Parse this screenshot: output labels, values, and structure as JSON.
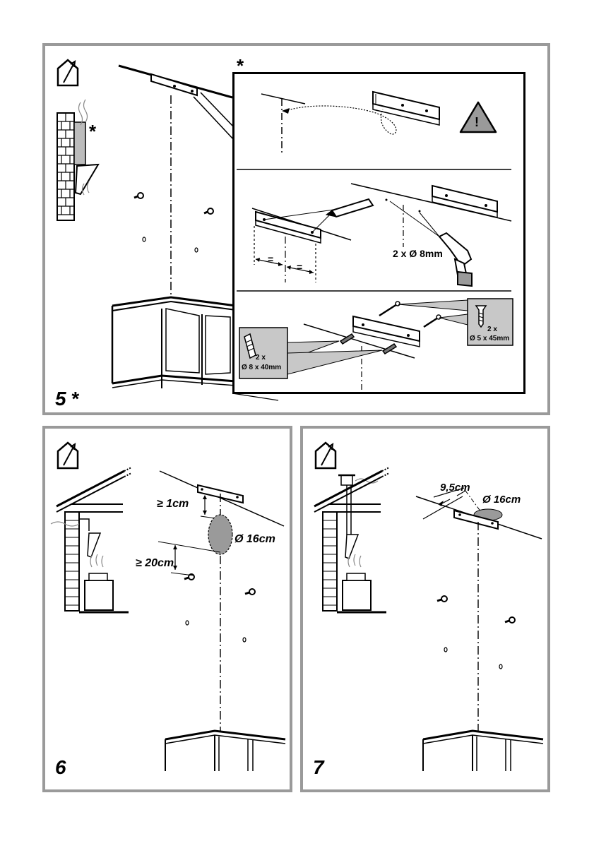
{
  "panel5": {
    "number": "5",
    "asterisk": "*",
    "detail_asterisk": "*",
    "chimney_asterisk": "*",
    "drill_label": "2 x Ø 8mm",
    "warning_symbol": "!",
    "equal_left": "=",
    "equal_right": "=",
    "plug_qty": "2 x",
    "plug_size": "Ø 8 x 40mm",
    "screw_qty": "2 x",
    "screw_size": "Ø 5 x 45mm"
  },
  "panel6": {
    "number": "6",
    "gap_top": "≥ 1cm",
    "diameter": "Ø 16cm",
    "gap_bottom": "≥ 20cm"
  },
  "panel7": {
    "number": "7",
    "offset": "9,5cm",
    "diameter": "Ø 16cm"
  },
  "icons": [
    "house-vent-icon",
    "warning-icon",
    "pencil-icon",
    "drill-icon",
    "wall-plug-icon",
    "screw-icon",
    "screw-head-icon",
    "bracket-icon"
  ]
}
